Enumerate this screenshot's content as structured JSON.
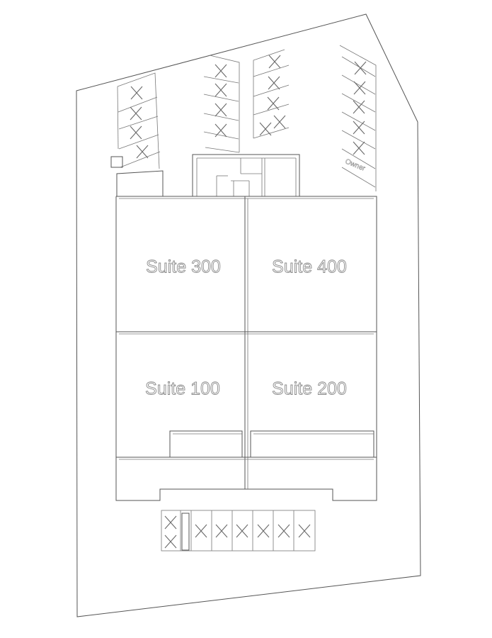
{
  "site_plan": {
    "suites": [
      {
        "id": "suite-300",
        "label": "Suite 300"
      },
      {
        "id": "suite-400",
        "label": "Suite 400"
      },
      {
        "id": "suite-100",
        "label": "Suite 100"
      },
      {
        "id": "suite-200",
        "label": "Suite 200"
      }
    ],
    "parking": {
      "stall_marker": "X",
      "owner_label": "Owner",
      "reserved_marker_icon": "x-cross-icon"
    }
  },
  "colors": {
    "line": "#555555",
    "label_outline": "#8a8a8a",
    "background": "#ffffff"
  }
}
